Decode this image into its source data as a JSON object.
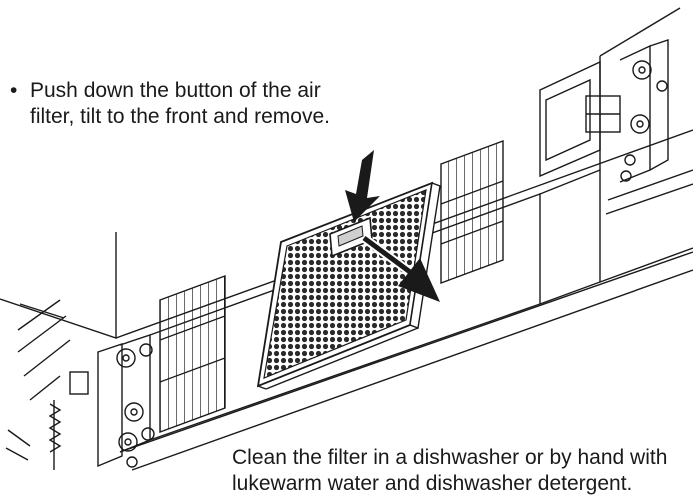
{
  "instructions": [
    {
      "bullet": "•",
      "lines": [
        "Push down the button of the air",
        "filter, tilt to the front and remove."
      ]
    },
    {
      "bullet": "•",
      "lines": [
        "Clean the filter in a dishwasher or by hand with",
        "lukewarm water and dishwasher detergent."
      ]
    }
  ],
  "colors": {
    "line": "#1a1a1a",
    "mesh": "#2a2a2a",
    "paper": "#ffffff"
  },
  "icons": [
    "press-down-arrow",
    "tilt-remove-arrow"
  ]
}
